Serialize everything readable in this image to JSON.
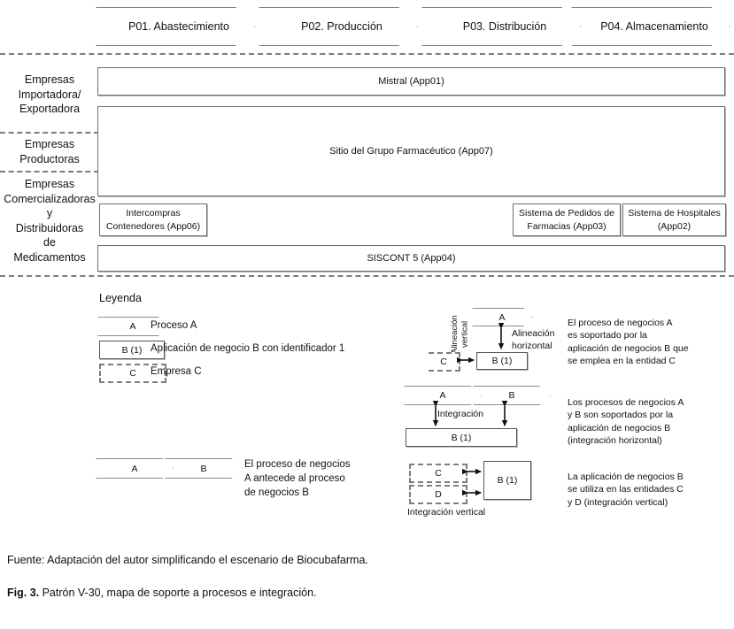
{
  "processes": [
    {
      "id": "p01",
      "label": "P01. Abastecimiento"
    },
    {
      "id": "p02",
      "label": "P02. Producción"
    },
    {
      "id": "p03",
      "label": "P03. Distribución"
    },
    {
      "id": "p04",
      "label": "P04. Almacenamiento"
    }
  ],
  "lanes": [
    {
      "id": "importadora",
      "label": "Empresas\nImportadora/\nExportadora"
    },
    {
      "id": "productoras",
      "label": "Empresas\nProductoras"
    },
    {
      "id": "comercializadoras",
      "label": "Empresas\nComercializadoras\ny\nDistribuidoras\nde\nMedicamentos"
    }
  ],
  "applications": [
    {
      "id": "app01",
      "label": "Mistral (App01)"
    },
    {
      "id": "app07",
      "label": "Sitio del Grupo Farmacéutico (App07)"
    },
    {
      "id": "app06",
      "label": "Intercompras\nContenedores (App06)"
    },
    {
      "id": "app03",
      "label": "Sistema de Pedidos de\nFarmacias (App03)"
    },
    {
      "id": "app02",
      "label": "Sistema de Hospitales\n(App02)"
    },
    {
      "id": "app04",
      "label": "SISCONT 5 (App04)"
    }
  ],
  "legend": {
    "title": "Leyenda",
    "items": [
      {
        "id": "proceso",
        "symbol": "A",
        "text": "Proceso A"
      },
      {
        "id": "aplicacion",
        "symbol": "B (1)",
        "text": "Aplicación de negocio B con identificador 1"
      },
      {
        "id": "empresa",
        "symbol": "C",
        "text": "Empresa C"
      }
    ],
    "sequence_example": {
      "shape_a": "A",
      "shape_b": "B",
      "text": "El proceso de negocios\nA antecede al proceso\nde negocios B"
    },
    "alignment_example": {
      "process": "A",
      "app": "B (1)",
      "entity": "C",
      "label_vertical": "Alineación\nvertical",
      "label_horizontal": "Alineación\nhorizontal",
      "text": "El proceso de negocios A\nes soportado por la\naplicación de negocios B  que\nse emplea en la entidad C"
    },
    "horizontal_integration_example": {
      "process_a": "A",
      "process_b": "B",
      "app": "B (1)",
      "label": "Integración",
      "text": "Los procesos de negocios A\ny B son soportados por la\naplicación de negocios B\n(integración horizontal)"
    },
    "vertical_integration_example": {
      "entity_c": "C",
      "entity_d": "D",
      "app": "B (1)",
      "label": "Integración vertical",
      "text": "La aplicación de negocios B\nse utiliza en las entidades C\ny D (integración vertical)"
    }
  },
  "caption": {
    "source": "Fuente: Adaptación del autor simplificando el escenario de Biocubafarma.",
    "figure_number": "Fig. 3.",
    "figure_text": " Patrón V-30, mapa de soporte a procesos e integración."
  },
  "colors": {
    "stroke": "#6e6e6e",
    "dashed": "#7d7d7d",
    "text": "#1a1a1a",
    "background": "#ffffff"
  }
}
